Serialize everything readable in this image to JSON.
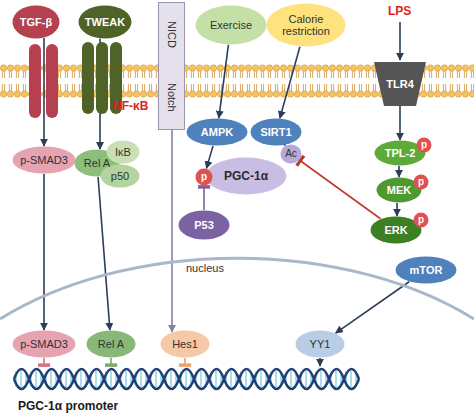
{
  "diagram": {
    "nodes": [
      {
        "text": [
          "TGF-β"
        ]
      },
      {
        "text": [
          "TWEAK"
        ]
      },
      {
        "text": [
          "NICD",
          "Notch"
        ]
      },
      {
        "text": [
          "Exercise"
        ]
      },
      {
        "text": [
          "Calorie restriction"
        ]
      },
      {
        "text": [
          "TLR4"
        ]
      },
      {
        "text": [
          "AMPK"
        ]
      },
      {
        "text": [
          "SIRT1"
        ]
      },
      {
        "text": [
          "PGC-1α"
        ]
      },
      {
        "text": [
          "p"
        ]
      },
      {
        "text": [
          "Ac"
        ]
      },
      {
        "text": [
          "TPL-2"
        ]
      },
      {
        "text": [
          "p"
        ]
      },
      {
        "text": [
          "p-SMAD3"
        ]
      },
      {
        "text": [
          "Rel A"
        ]
      },
      {
        "text": [
          "IκB"
        ]
      },
      {
        "text": [
          "p50"
        ]
      },
      {
        "text": [
          "MEK"
        ]
      },
      {
        "text": [
          "p"
        ]
      },
      {
        "text": [
          "P53"
        ]
      },
      {
        "text": [
          "ERK"
        ]
      },
      {
        "text": [
          "p"
        ]
      },
      {
        "text": [
          "mTOR"
        ]
      },
      {
        "text": [
          "nucleus"
        ]
      },
      {
        "text": [
          "p-SMAD3"
        ],
        "in": 23
      },
      {
        "text": [
          "Rel A"
        ],
        "in": 23
      },
      {
        "text": [
          "Hes1"
        ],
        "in": 23
      },
      {
        "text": [
          "YY1"
        ],
        "in": 23
      },
      {
        "text": [
          "PGC-1α promoter"
        ],
        "in": 23
      }
    ],
    "edges": [
      {
        "from": 0,
        "to": 13,
        "arrow": "to"
      },
      {
        "from": 13,
        "to": 24,
        "arrow": "to"
      },
      {
        "from": 1,
        "to": 14,
        "arrow": "to"
      },
      {
        "from": 14,
        "to": 25,
        "arrow": "to"
      },
      {
        "from": 2,
        "to": 26,
        "arrow": "to"
      },
      {
        "from": 3,
        "to": 6,
        "arrow": "to"
      },
      {
        "from": 4,
        "to": 7,
        "arrow": "to"
      },
      {
        "from": 6,
        "to": 9,
        "arrow": "to"
      },
      {
        "from": 7,
        "to": 10,
        "arrow": "to"
      },
      {
        "from": 19,
        "to": 9,
        "arrow": "to"
      },
      {
        "from": 5,
        "to": 11,
        "arrow": "to"
      },
      {
        "from": 11,
        "to": 17,
        "arrow": "to"
      },
      {
        "from": 17,
        "to": 20,
        "arrow": "to"
      },
      {
        "from": 20,
        "to": 10,
        "arrow": "to"
      },
      {
        "from": 22,
        "to": 27,
        "arrow": "to"
      },
      {
        "from": 24,
        "to": 28,
        "arrow": "to"
      },
      {
        "from": 25,
        "to": 28,
        "arrow": "to"
      },
      {
        "from": 26,
        "to": 28,
        "arrow": "to"
      },
      {
        "from": 27,
        "to": 28,
        "arrow": "to"
      }
    ],
    "labels": [
      "LPS",
      "NF-κB"
    ]
  }
}
